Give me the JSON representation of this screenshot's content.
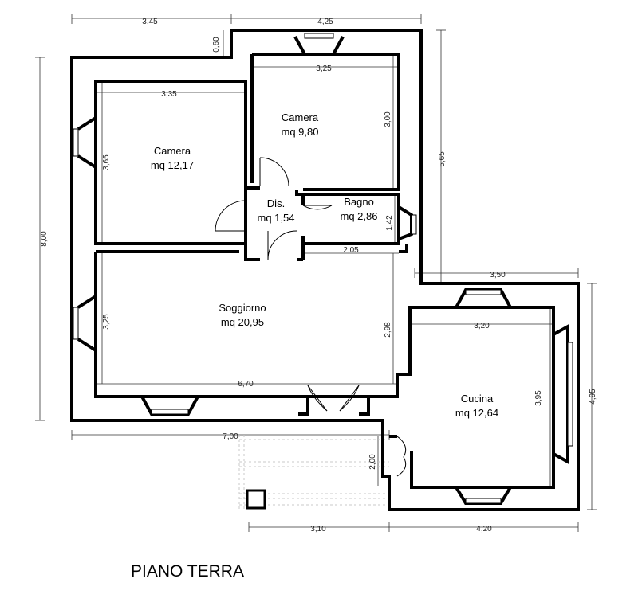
{
  "title": "PIANO TERRA",
  "rooms": {
    "camera_large": {
      "name": "Camera",
      "area": "mq 12,17"
    },
    "camera_small": {
      "name": "Camera",
      "area": "mq 9,80"
    },
    "disimpegno": {
      "name": "Dis.",
      "area": "mq 1,54"
    },
    "bagno": {
      "name": "Bagno",
      "area": "mq 2,86"
    },
    "soggiorno": {
      "name": "Soggiorno",
      "area": "mq 20,95"
    },
    "cucina": {
      "name": "Cucina",
      "area": "mq 12,64"
    }
  },
  "dimensions": {
    "top_left": "3,45",
    "top_right": "4,25",
    "wall_060": "0,60",
    "left_total": "8,00",
    "camera_large_width": "3,35",
    "camera_large_depth": "3,65",
    "camera_small_width": "3,25",
    "camera_small_depth": "3,00",
    "right_565": "5,65",
    "bagno_depth": "1,42",
    "bagno_width": "2,05",
    "cucina_ext_width": "3,50",
    "cucina_width": "3,20",
    "soggiorno_depth": "3,25",
    "soggiorno_right": "2,98",
    "soggiorno_width": "6,70",
    "cucina_depth": "3,95",
    "cucina_ext_depth": "4,95",
    "bottom_total": "7,00",
    "porch_depth": "2,00",
    "bottom_left": "3,10",
    "bottom_right": "4,20"
  }
}
